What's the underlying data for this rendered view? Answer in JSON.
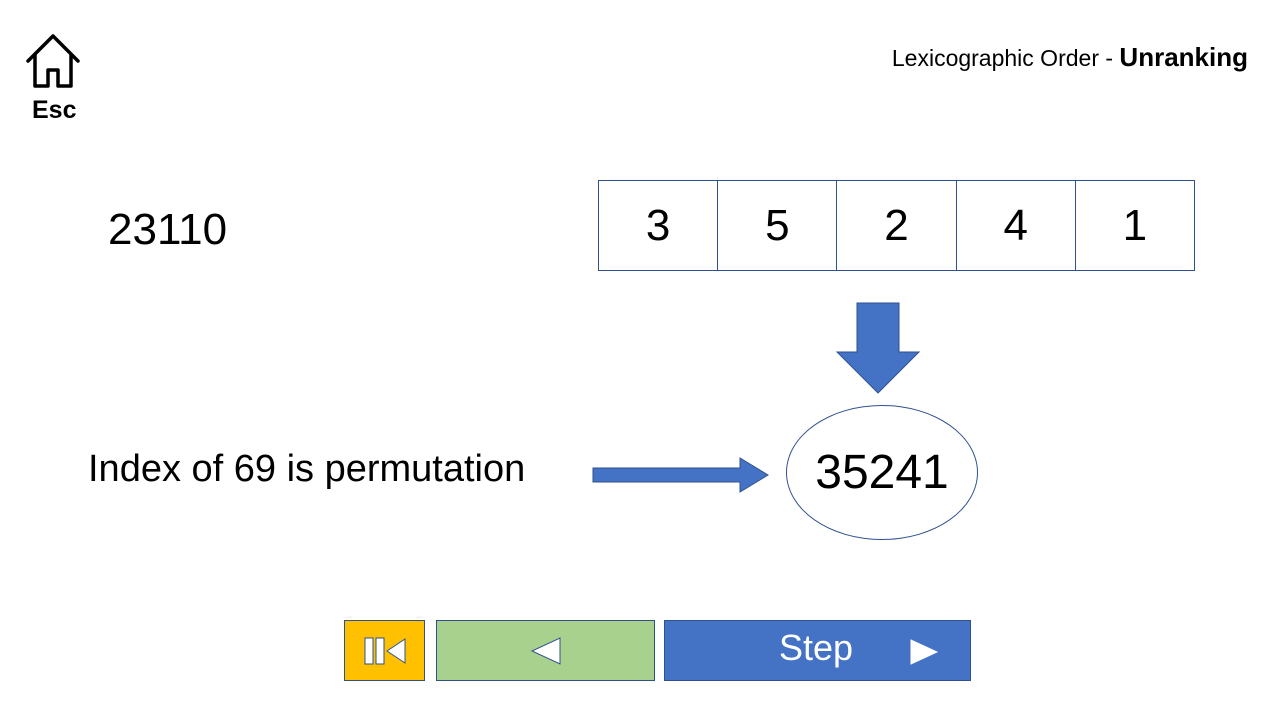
{
  "nav": {
    "esc_label": "Esc",
    "home_icon": "home-icon"
  },
  "title": {
    "prefix": "Lexicographic Order - ",
    "emphasis": "Unranking"
  },
  "code": {
    "value": "23110"
  },
  "permutation": {
    "cells": [
      "3",
      "5",
      "2",
      "4",
      "1"
    ]
  },
  "index_text": "Index of 69 is permutation",
  "result": {
    "value": "35241"
  },
  "controls": {
    "reset_icon": "skip-to-start-icon",
    "back_icon": "triangle-left-icon",
    "step_label": "Step",
    "step_icon": "triangle-right-icon"
  },
  "colors": {
    "accent_blue": "#4472c4",
    "border_blue": "#2f528f",
    "reset_yellow": "#ffc000",
    "back_green": "#a9d18e"
  }
}
